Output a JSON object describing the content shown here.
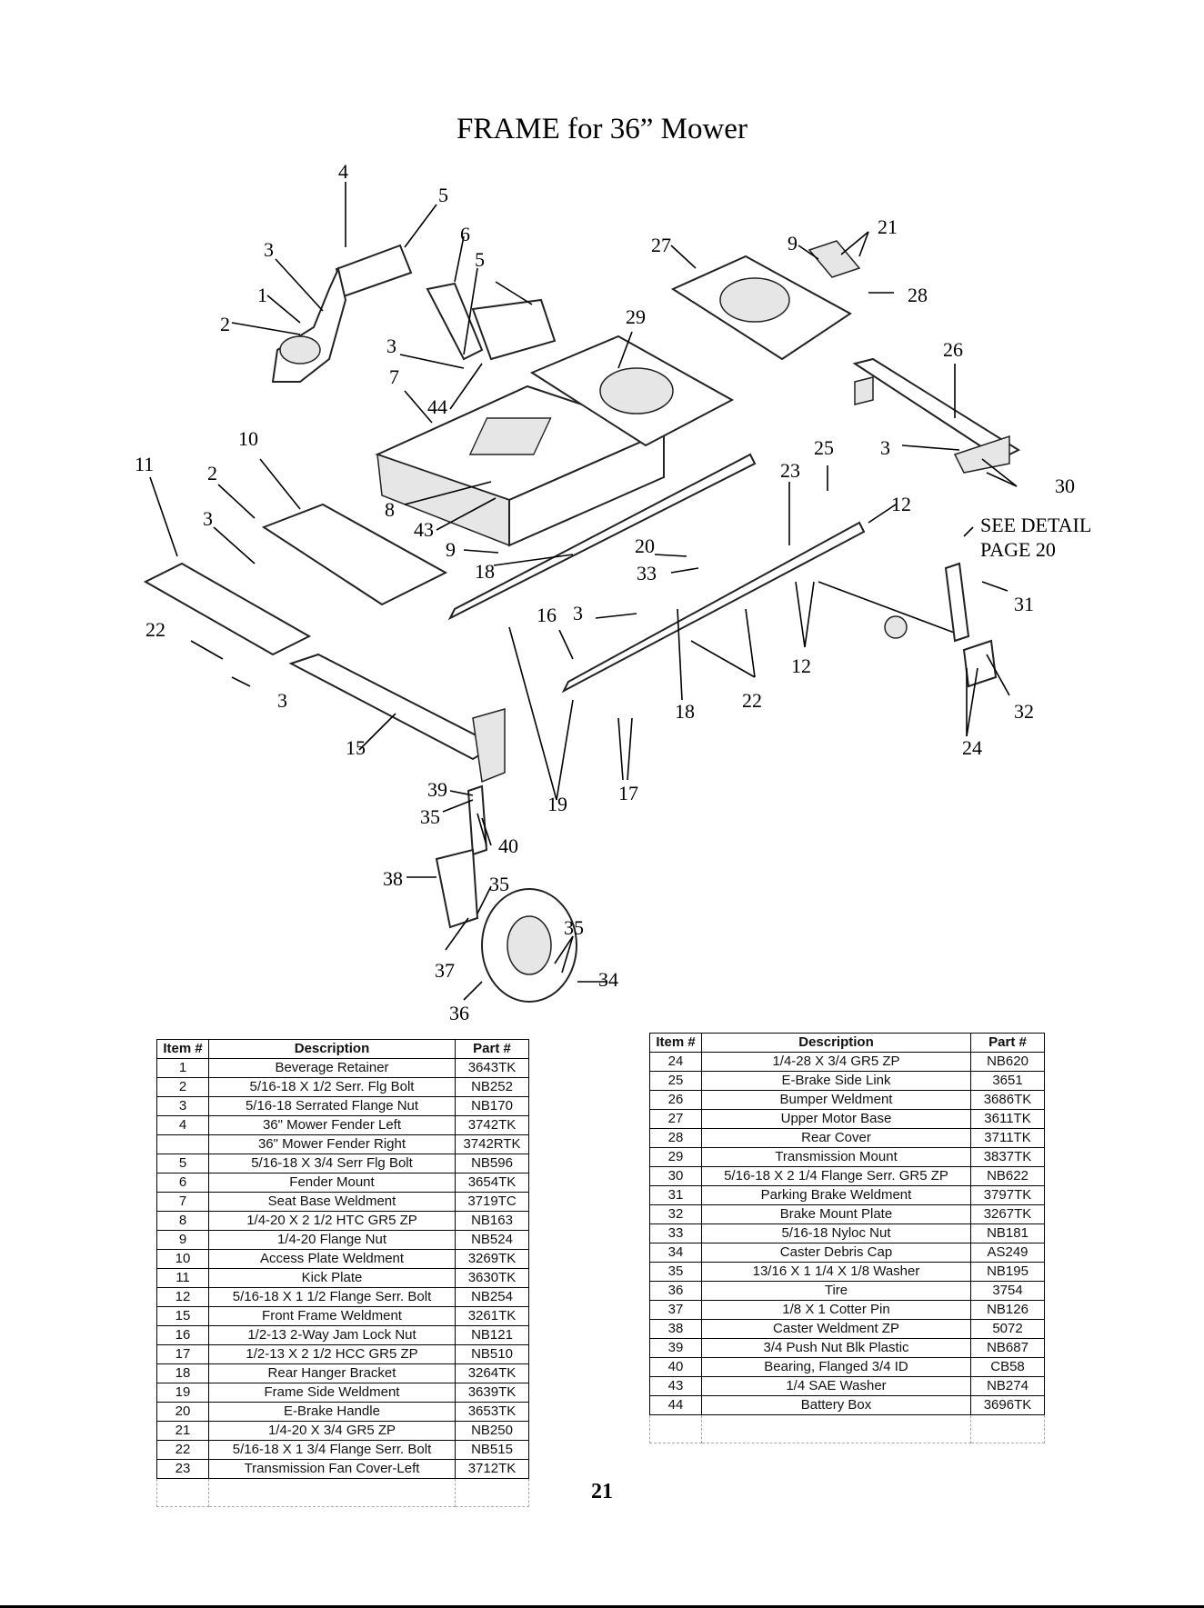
{
  "title": "FRAME for 36” Mower",
  "page_number": "21",
  "diagram": {
    "callouts": [
      "4",
      "5",
      "3",
      "6",
      "5",
      "1",
      "2",
      "3",
      "7",
      "44",
      "29",
      "27",
      "9",
      "21",
      "28",
      "26",
      "10",
      "11",
      "2",
      "3",
      "8",
      "43",
      "9",
      "18",
      "25",
      "3",
      "30",
      "23",
      "12",
      "SEE DETAIL",
      "PAGE 20",
      "20",
      "33",
      "3",
      "16",
      "31",
      "12",
      "22",
      "3",
      "15",
      "18",
      "22",
      "32",
      "24",
      "39",
      "35",
      "40",
      "19",
      "17",
      "38",
      "35",
      "35",
      "37",
      "34",
      "36"
    ]
  },
  "table_left": {
    "headers": [
      "Item #",
      "Description",
      "Part #"
    ],
    "rows": [
      [
        "1",
        "Beverage Retainer",
        "3643TK"
      ],
      [
        "2",
        "5/16-18 X 1/2 Serr. Flg Bolt",
        "NB252"
      ],
      [
        "3",
        "5/16-18 Serrated Flange Nut",
        "NB170"
      ],
      [
        "4",
        "36\" Mower Fender Left",
        "3742TK"
      ],
      [
        "",
        "36\" Mower Fender Right",
        "3742RTK"
      ],
      [
        "5",
        "5/16-18 X 3/4 Serr Flg Bolt",
        "NB596"
      ],
      [
        "6",
        "Fender Mount",
        "3654TK"
      ],
      [
        "7",
        "Seat Base Weldment",
        "3719TC"
      ],
      [
        "8",
        "1/4-20 X 2 1/2 HTC GR5 ZP",
        "NB163"
      ],
      [
        "9",
        "1/4-20 Flange Nut",
        "NB524"
      ],
      [
        "10",
        "Access Plate Weldment",
        "3269TK"
      ],
      [
        "11",
        "Kick Plate",
        "3630TK"
      ],
      [
        "12",
        "5/16-18 X 1 1/2 Flange Serr. Bolt",
        "NB254"
      ],
      [
        "15",
        "Front Frame Weldment",
        "3261TK"
      ],
      [
        "16",
        "1/2-13 2-Way Jam Lock Nut",
        "NB121"
      ],
      [
        "17",
        "1/2-13 X 2 1/2 HCC GR5 ZP",
        "NB510"
      ],
      [
        "18",
        "Rear Hanger Bracket",
        "3264TK"
      ],
      [
        "19",
        "Frame Side Weldment",
        "3639TK"
      ],
      [
        "20",
        "E-Brake Handle",
        "3653TK"
      ],
      [
        "21",
        "1/4-20 X 3/4 GR5 ZP",
        "NB250"
      ],
      [
        "22",
        "5/16-18 X 1 3/4 Flange Serr. Bolt",
        "NB515"
      ],
      [
        "23",
        "Transmission Fan Cover-Left",
        "3712TK"
      ]
    ]
  },
  "table_right": {
    "headers": [
      "Item #",
      "Description",
      "Part #"
    ],
    "rows": [
      [
        "24",
        "1/4-28 X 3/4 GR5 ZP",
        "NB620"
      ],
      [
        "25",
        "E-Brake Side Link",
        "3651"
      ],
      [
        "26",
        "Bumper Weldment",
        "3686TK"
      ],
      [
        "27",
        "Upper Motor Base",
        "3611TK"
      ],
      [
        "28",
        "Rear Cover",
        "3711TK"
      ],
      [
        "29",
        "Transmission Mount",
        "3837TK"
      ],
      [
        "30",
        "5/16-18 X 2 1/4 Flange Serr. GR5 ZP",
        "NB622"
      ],
      [
        "31",
        "Parking Brake Weldment",
        "3797TK"
      ],
      [
        "32",
        "Brake Mount Plate",
        "3267TK"
      ],
      [
        "33",
        "5/16-18 Nyloc Nut",
        "NB181"
      ],
      [
        "34",
        "Caster Debris Cap",
        "AS249"
      ],
      [
        "35",
        "13/16 X 1 1/4 X 1/8 Washer",
        "NB195"
      ],
      [
        "36",
        "Tire",
        "3754"
      ],
      [
        "37",
        "1/8 X 1 Cotter Pin",
        "NB126"
      ],
      [
        "38",
        "Caster Weldment ZP",
        "5072"
      ],
      [
        "39",
        "3/4 Push Nut Blk Plastic",
        "NB687"
      ],
      [
        "40",
        "Bearing, Flanged 3/4 ID",
        "CB58"
      ],
      [
        "43",
        "1/4 SAE Washer",
        "NB274"
      ],
      [
        "44",
        "Battery Box",
        "3696TK"
      ]
    ]
  }
}
